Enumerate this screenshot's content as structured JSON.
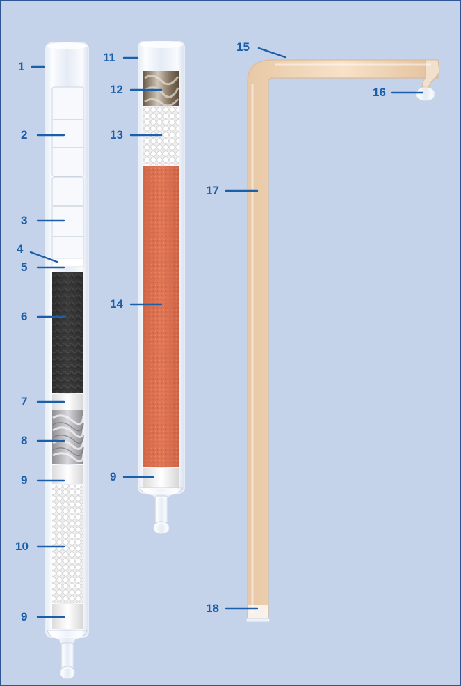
{
  "colors": {
    "background": "#c5d3ea",
    "border": "#2f5597",
    "label": "#1b5fab",
    "leader": "#1b5fab",
    "glass": "#eef2f9",
    "activated_carbon": "#3a3a3a",
    "glass_wool": "#b9b9bd",
    "beads": "#f4f4f4",
    "orange_layer": "#d9704f",
    "tube_fill": "#f3d6b6"
  },
  "labels": [
    "1",
    "2",
    "3",
    "4",
    "5",
    "6",
    "7",
    "8",
    "9",
    "10",
    "9",
    "11",
    "12",
    "13",
    "14",
    "9",
    "15",
    "16",
    "17",
    "18"
  ]
}
